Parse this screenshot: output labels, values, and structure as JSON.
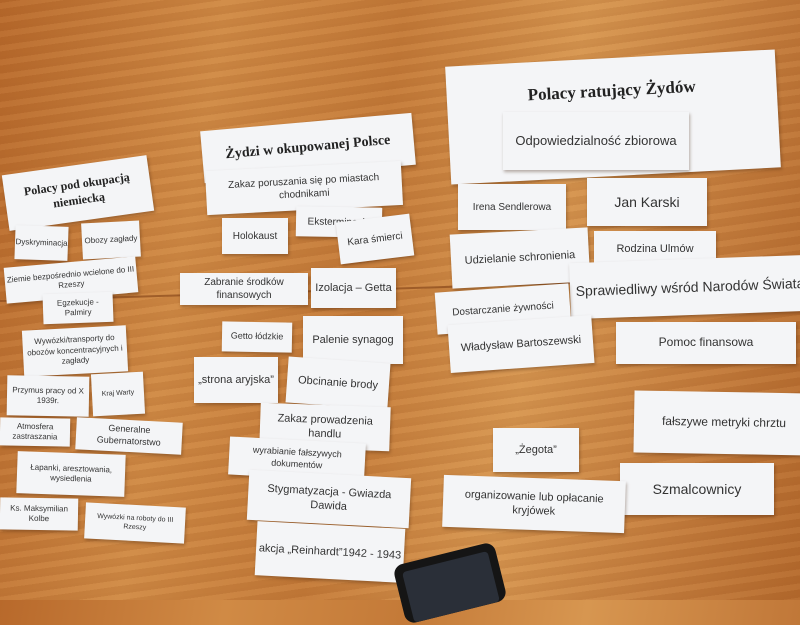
{
  "groups": [
    {
      "title": "Polacy pod okupacją niemiecką",
      "cards": [
        "Dyskryminacja",
        "Obozy zagłady",
        "Ziemie bezpośrednio wcielone do III Rzeszy",
        "Egzekucje - Palmiry",
        "Wywózki/transporty do obozów koncentracyjnych i zagłady",
        "Przymus pracy od X 1939r.",
        "Kraj Warty",
        "Atmosfera zastraszania",
        "Generalne Gubernatorstwo",
        "Łapanki, aresztowania, wysiedlenia",
        "Ks. Maksymilian Kolbe",
        "Wywózki na roboty do III Rzeszy"
      ]
    },
    {
      "title": "Żydzi w okupowanej Polsce",
      "cards": [
        "Zakaz poruszania się po miastach  chodnikami",
        "Eksterminacja",
        "Holokaust",
        "Kara śmierci",
        "Zabranie środków finansowych",
        "Izolacja – Getta",
        "Getto łódzkie",
        "Palenie synagog",
        "„strona aryjska”",
        "Obcinanie brody",
        "Zakaz prowadzenia handlu",
        "wyrabianie fałszywych dokumentów",
        "Stygmatyzacja - Gwiazda Dawida",
        "akcja „Reinhardt”1942 - 1943"
      ]
    },
    {
      "title": "Polacy ratujący Żydów",
      "cards": [
        "Odpowiedzialność zbiorowa",
        "Irena Sendlerowa",
        "Jan Karski",
        "Udzielanie schronienia",
        "Rodzina Ulmów",
        "Sprawiedliwy wśród Narodów Świata",
        "Dostarczanie żywności",
        "Władysław Bartoszewski",
        "Pomoc finansowa",
        "fałszywe metryki chrztu",
        "„Żegota”",
        "Szmalcownicy",
        "organizowanie lub opłacanie kryjówek"
      ]
    }
  ]
}
